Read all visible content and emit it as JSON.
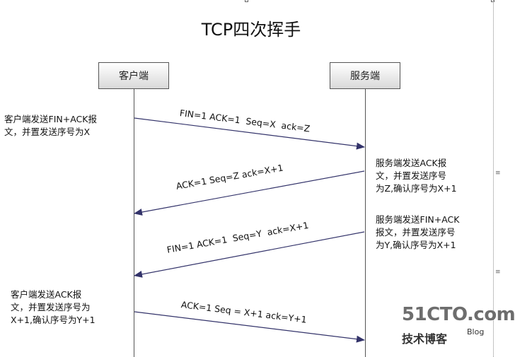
{
  "title": "TCP四次挥手",
  "client": {
    "label": "客户端"
  },
  "server": {
    "label": "服务端"
  },
  "messages": [
    {
      "label": "FIN=1 ACK=1  Seq=X  ack=Z"
    },
    {
      "label": "ACK=1 Seq=Z ack=X+1"
    },
    {
      "label": "FIN=1 ACK=1  Seq=Y  ack=X+1"
    },
    {
      "label": "ACK=1 Seq = X+1 ack=Y+1"
    }
  ],
  "notes": {
    "n1": [
      "客户端发送FIN+ACK报",
      "文，并置发送序号为X"
    ],
    "n2": [
      "服务端发送ACK报",
      "文，并置发送序号",
      "为Z,确认序号为X+1"
    ],
    "n3": [
      "服务端发送FIN+ACK",
      "报文，并置发送序号",
      "为Y,确认序号为X+1"
    ],
    "n4": [
      "客户端发送ACK报",
      "文，并置发送序号为",
      "X+1,确认序号为Y+1"
    ]
  },
  "watermark": {
    "site": "51CTO.com",
    "sub": "技术博客",
    "blog": "Blog"
  },
  "colors": {
    "line": "#555555",
    "arrow": "#33336a"
  }
}
